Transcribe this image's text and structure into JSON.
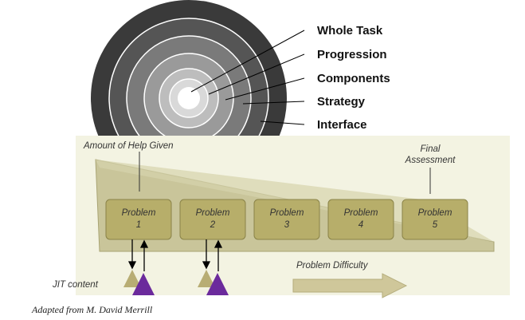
{
  "layers": {
    "items": [
      {
        "label": "Whole Task"
      },
      {
        "label": "Progression"
      },
      {
        "label": "Components"
      },
      {
        "label": "Strategy"
      },
      {
        "label": "Interface"
      }
    ]
  },
  "ring_colors": [
    "#3a3a3a",
    "#555555",
    "#7a7a7a",
    "#9a9a9a",
    "#bdbdbd",
    "#d9d9d9",
    "#ffffff"
  ],
  "help_label": "Amount of Help Given",
  "final_assessment": {
    "line1": "Final",
    "line2": "Assessment"
  },
  "problems": [
    {
      "title": "Problem",
      "number": "1"
    },
    {
      "title": "Problem",
      "number": "2"
    },
    {
      "title": "Problem",
      "number": "3"
    },
    {
      "title": "Problem",
      "number": "4"
    },
    {
      "title": "Problem",
      "number": "5"
    }
  ],
  "difficulty_label": "Problem Difficulty",
  "jit_label": "JIT content",
  "credit": "Adapted from M. David Merrill",
  "colors": {
    "panel": "#f3f3e2",
    "wedge": "#c9c59a",
    "box": "#b7ae6a",
    "box_stroke": "#8a8348",
    "arrow": "#cfc79a",
    "triangle": "#6b2a9c",
    "triangle_small": "#b8ad74"
  }
}
